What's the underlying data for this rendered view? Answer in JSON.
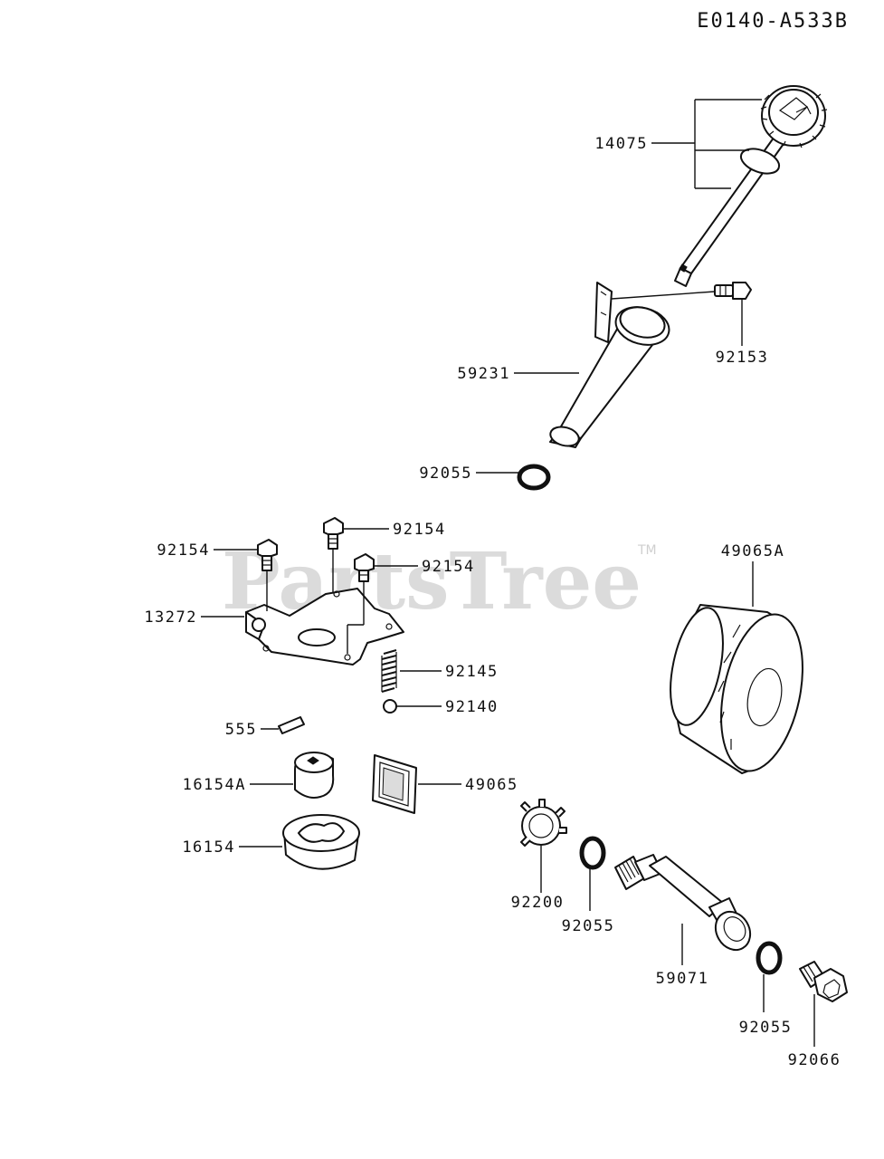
{
  "diagram_code": "E0140-A533B",
  "watermark": "PartsTree",
  "watermark_tm": "TM",
  "labels": {
    "p14075": "14075",
    "p59231": "59231",
    "p92153": "92153",
    "p92055_top": "92055",
    "p92154_a": "92154",
    "p92154_b": "92154",
    "p92154_c": "92154",
    "p13272": "13272",
    "p92145": "92145",
    "p92140": "92140",
    "p555": "555",
    "p16154A": "16154A",
    "p49065": "49065",
    "p16154": "16154",
    "p49065A": "49065A",
    "p92200": "92200",
    "p92055_mid": "92055",
    "p59071": "59071",
    "p92055_bot": "92055",
    "p92066": "92066"
  }
}
